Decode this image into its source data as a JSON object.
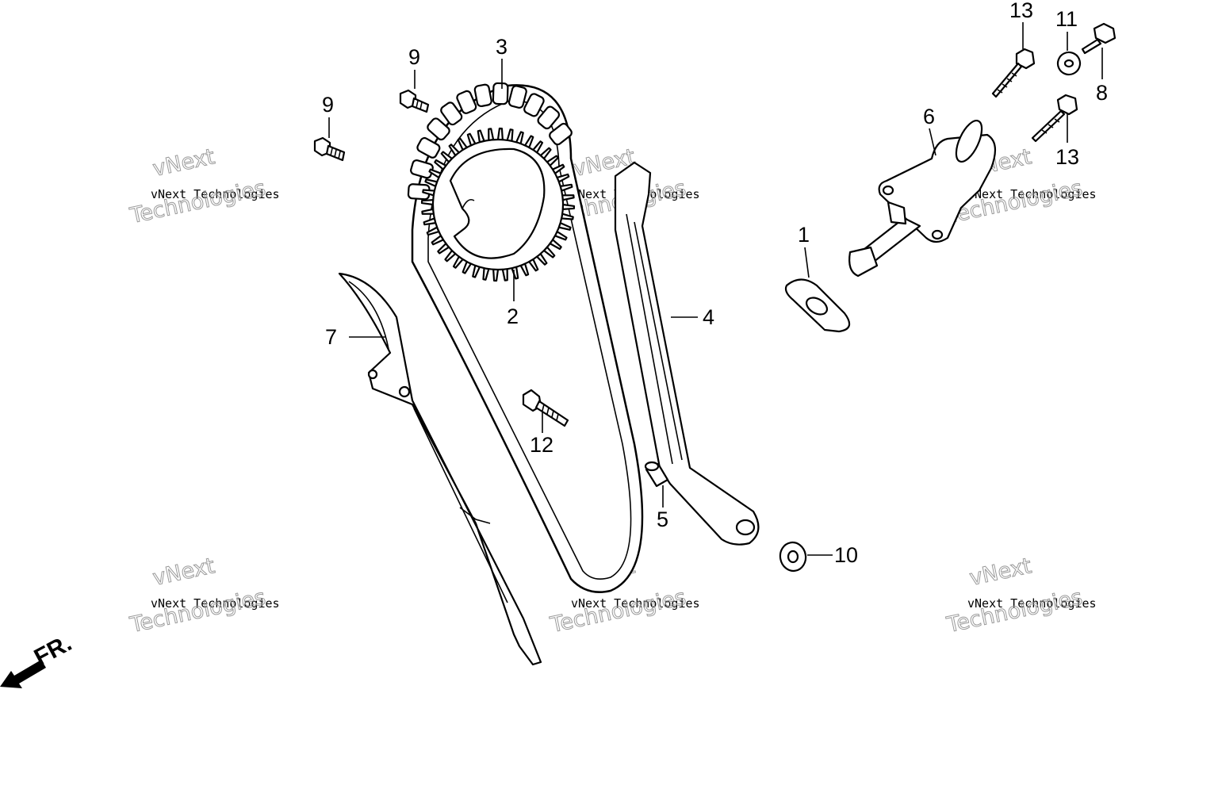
{
  "callouts": [
    {
      "id": "1",
      "text": "1"
    },
    {
      "id": "2",
      "text": "2"
    },
    {
      "id": "3",
      "text": "3"
    },
    {
      "id": "4",
      "text": "4"
    },
    {
      "id": "5",
      "text": "5"
    },
    {
      "id": "6",
      "text": "6"
    },
    {
      "id": "7",
      "text": "7"
    },
    {
      "id": "8",
      "text": "8"
    },
    {
      "id": "9a",
      "text": "9"
    },
    {
      "id": "9b",
      "text": "9"
    },
    {
      "id": "10",
      "text": "10"
    },
    {
      "id": "11",
      "text": "11"
    },
    {
      "id": "12",
      "text": "12"
    },
    {
      "id": "13a",
      "text": "13"
    },
    {
      "id": "13b",
      "text": "13"
    }
  ],
  "direction_marker": {
    "text": "FR.",
    "icon": "front-direction-arrow-icon"
  },
  "watermark": {
    "line1": "vNext Technologies",
    "line2": "vNext",
    "line3": "Technologies"
  }
}
